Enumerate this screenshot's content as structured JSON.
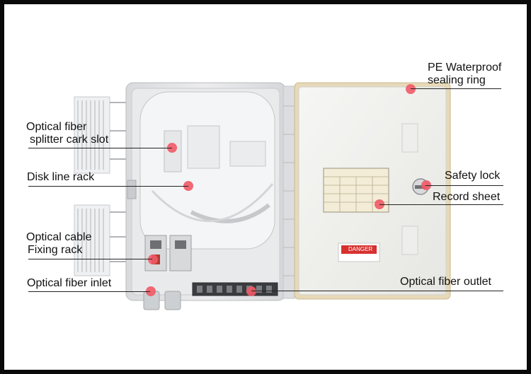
{
  "labels": {
    "splitter_line1": "Optical fiber",
    "splitter_line2": "splitter cark slot",
    "disk_line_rack": "Disk line rack",
    "cable_line1": "Optical cable",
    "cable_line2": "Fixing rack",
    "fiber_inlet": "Optical fiber inlet",
    "pe_line1": "PE Waterproof",
    "pe_line2": "sealing ring",
    "safety_lock": "Safety lock",
    "record_sheet": "Record sheet",
    "fiber_outlet": "Optical fiber outlet"
  },
  "danger_sign": "DANGER",
  "colors": {
    "background": "#0a0a0a",
    "marker": "#f05a66",
    "box_body": "#e4e5e8",
    "danger": "#d6312f"
  },
  "icons": [
    "callout-marker-dot",
    "adapter-comb-icon",
    "cable-gland-icon",
    "lock-icon"
  ]
}
